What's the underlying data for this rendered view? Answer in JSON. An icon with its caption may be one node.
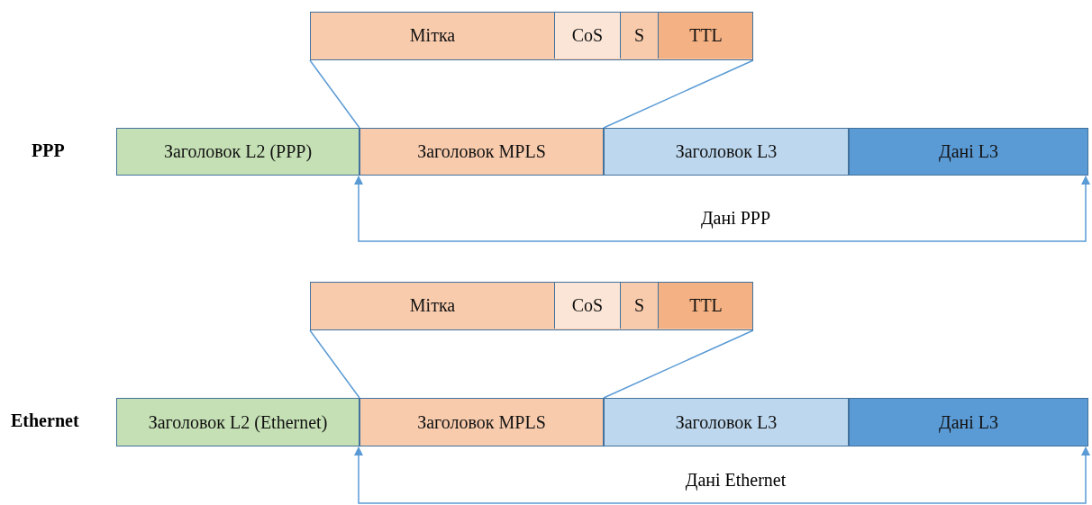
{
  "diagram": {
    "nodes": [
      {
        "text": [],
        "shape": "bar"
      },
      {
        "text": [
          "Мітка"
        ],
        "in": 0
      },
      {
        "text": [
          "CoS"
        ],
        "in": 0
      },
      {
        "text": [
          "S"
        ],
        "in": 0
      },
      {
        "text": [
          "TTL"
        ],
        "in": 0
      },
      {
        "text": [
          "Заголовок L2 (PPP)"
        ]
      },
      {
        "text": [
          "Заголовок MPLS"
        ]
      },
      {
        "text": [
          "Заголовок L3"
        ]
      },
      {
        "text": [
          "Дані L3"
        ]
      },
      {
        "text": [],
        "shape": "bar"
      },
      {
        "text": [
          "Мітка"
        ],
        "in": 9
      },
      {
        "text": [
          "CoS"
        ],
        "in": 9
      },
      {
        "text": [
          "S"
        ],
        "in": 9
      },
      {
        "text": [
          "TTL"
        ],
        "in": 9
      },
      {
        "text": [
          "Заголовок L2 (Ethernet)"
        ]
      },
      {
        "text": [
          "Заголовок MPLS"
        ]
      },
      {
        "text": [
          "Заголовок L3"
        ]
      },
      {
        "text": [
          "Дані L3"
        ]
      }
    ],
    "edges": [
      {
        "from": 6,
        "to": 0,
        "arrow": "none"
      },
      {
        "from": 6,
        "to": 0,
        "arrow": "none"
      },
      {
        "from": 6,
        "to": 8,
        "arrow": "both",
        "label": "Дані PPP"
      },
      {
        "from": 15,
        "to": 9,
        "arrow": "none"
      },
      {
        "from": 15,
        "to": 9,
        "arrow": "none"
      },
      {
        "from": 15,
        "to": 17,
        "arrow": "both",
        "label": "Дані Ethernet"
      }
    ],
    "labels": [
      "PPP",
      "Ethernet"
    ]
  }
}
